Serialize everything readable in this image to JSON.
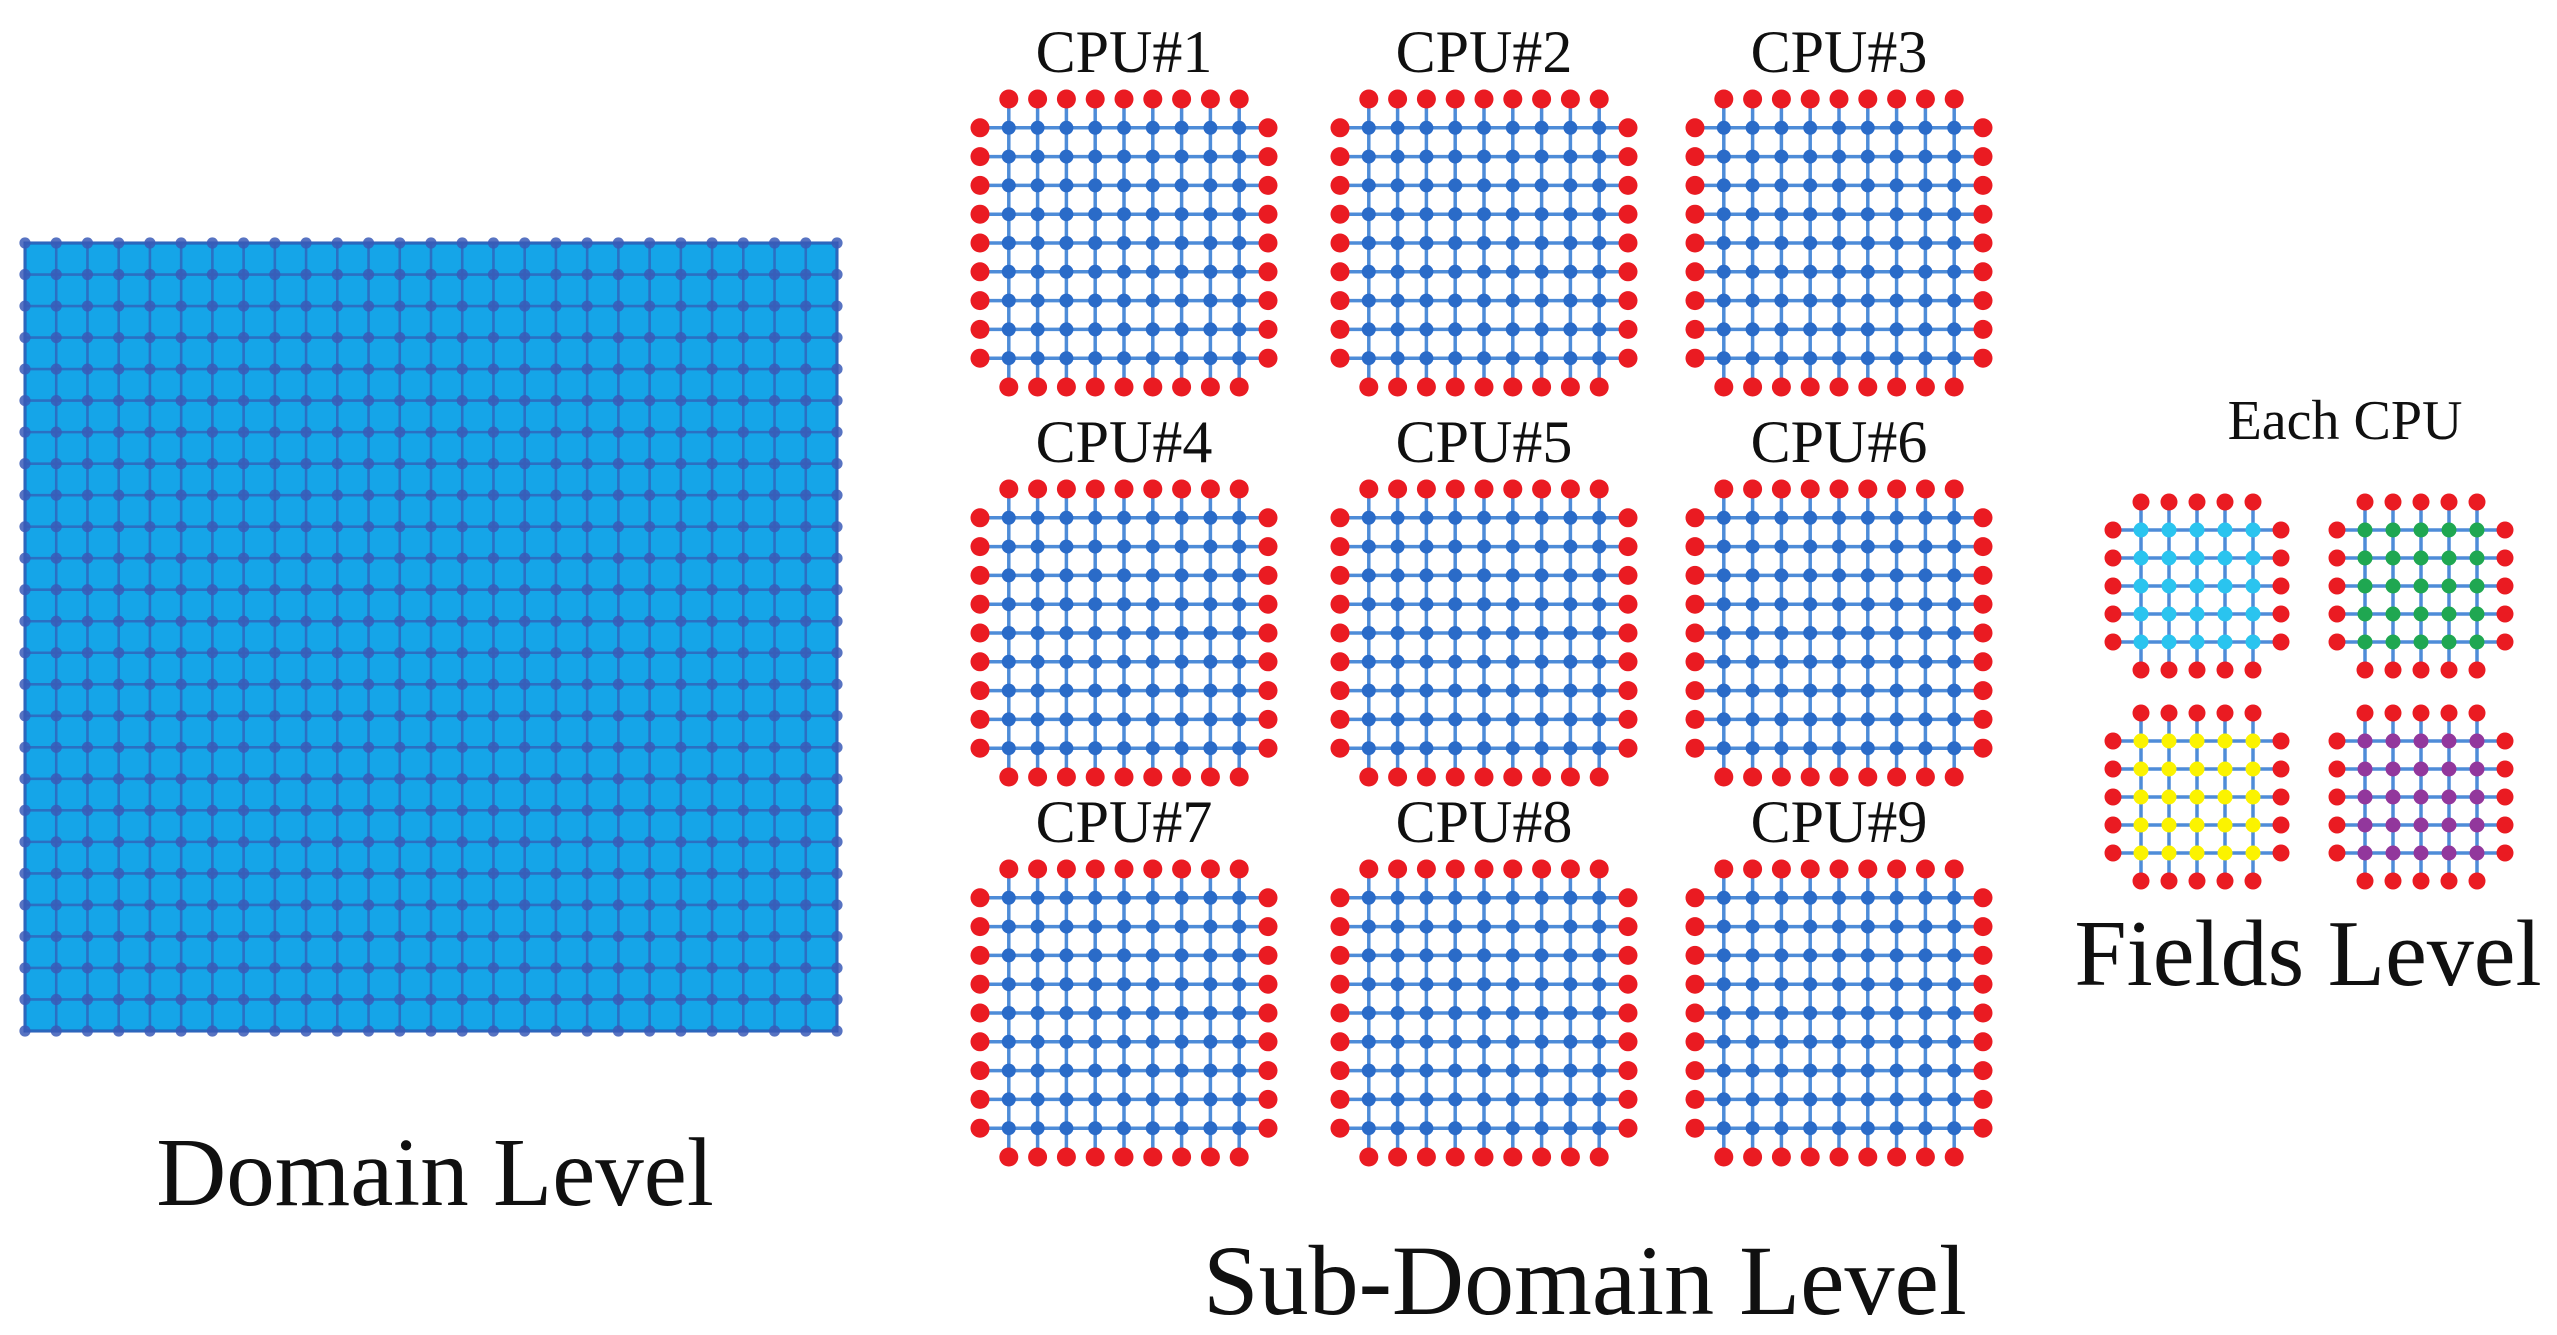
{
  "figure": {
    "description": "Domain decomposition diagram: a global computational grid split across 9 CPUs with red halo (ghost) nodes, and per-CPU field grids"
  },
  "colors": {
    "text": "#101010",
    "halo_red": "#EA1B22",
    "subdomain_node_blue": "#2A6BC8",
    "subdomain_link_blue": "#4E8CD8",
    "domain_fill": "#15A5E8",
    "domain_line": "#2D6BC0",
    "domain_dot": "#3A5BB8",
    "domain_border": "#1A45A8",
    "field_cyan": "#2AC4EF",
    "field_green": "#1FA751",
    "field_yellow": "#FBF300",
    "field_purple": "#92379C"
  },
  "domain_section": {
    "label": "Domain Level",
    "grid": {
      "node_cols": 27,
      "node_rows": 26
    }
  },
  "subdomain_section": {
    "label": "Sub-Domain Level",
    "grid": {
      "interior_cols": 9,
      "interior_rows": 9,
      "halo_dots_per_side": 9
    },
    "cpus": [
      {
        "label": "CPU#1"
      },
      {
        "label": "CPU#2"
      },
      {
        "label": "CPU#3"
      },
      {
        "label": "CPU#4"
      },
      {
        "label": "CPU#5"
      },
      {
        "label": "CPU#6"
      },
      {
        "label": "CPU#7"
      },
      {
        "label": "CPU#8"
      },
      {
        "label": "CPU#9"
      }
    ]
  },
  "fields_section": {
    "heading": "Each CPU",
    "label": "Fields Level",
    "grid": {
      "interior_cols": 5,
      "interior_rows": 5,
      "halo_dots_per_side": 5
    },
    "fields": [
      {
        "name": "field-cyan",
        "color_key": "field_cyan"
      },
      {
        "name": "field-green",
        "color_key": "field_green"
      },
      {
        "name": "field-yellow",
        "color_key": "field_yellow"
      },
      {
        "name": "field-purple",
        "color_key": "field_purple"
      }
    ]
  }
}
